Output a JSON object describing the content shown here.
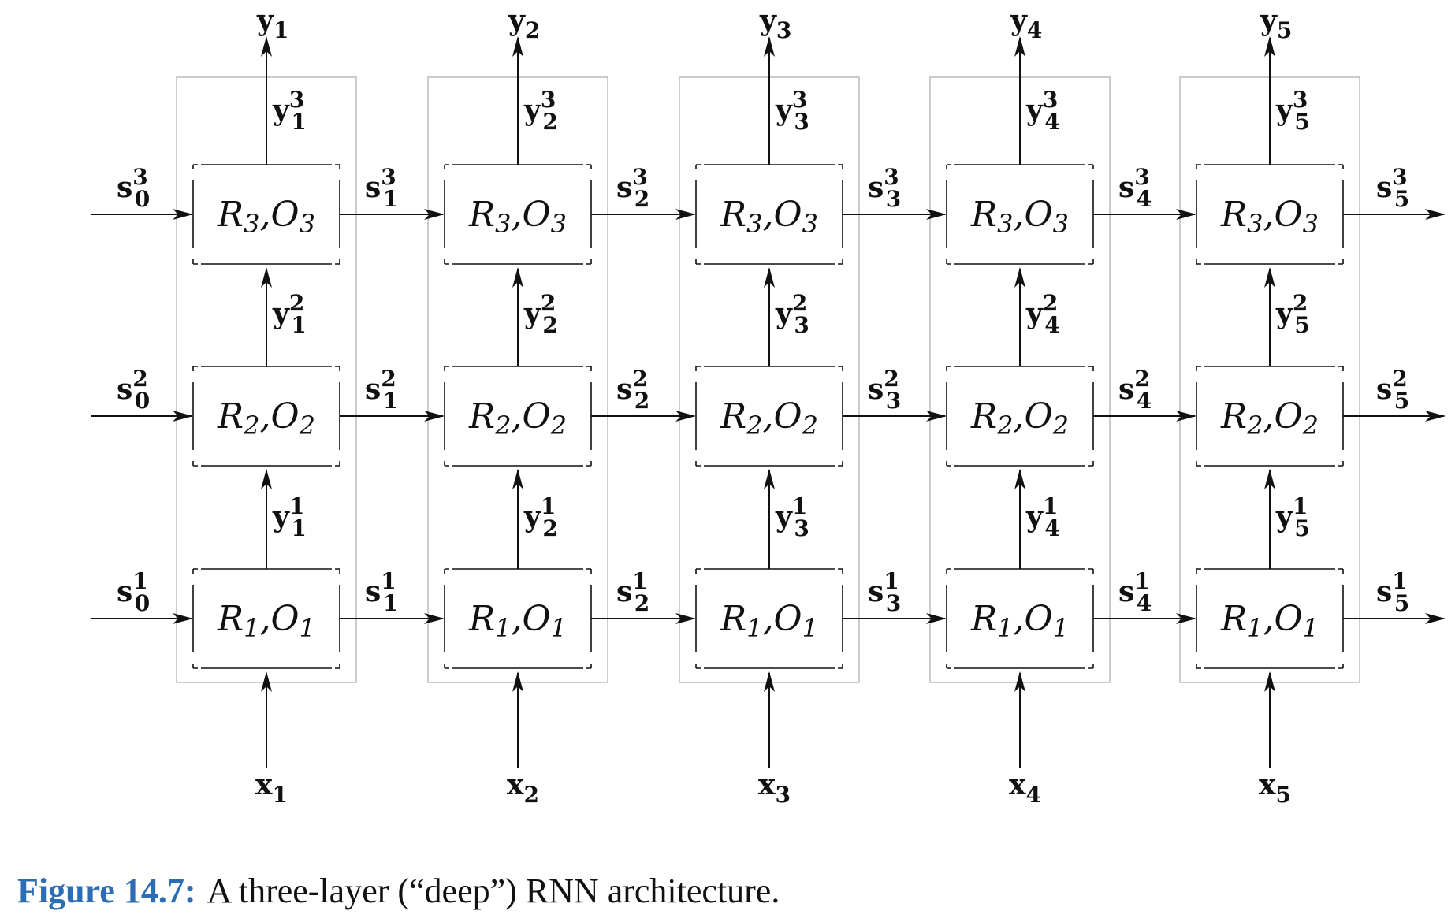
{
  "figure": {
    "caption_label": "Figure 14.7:",
    "caption_text": "A three-layer (“deep”) RNN architecture."
  },
  "diagram": {
    "steps": [
      "1",
      "2",
      "3",
      "4",
      "5"
    ],
    "layers": [
      {
        "layer": "3",
        "R": "R",
        "O": "O",
        "sub": "3"
      },
      {
        "layer": "2",
        "R": "R",
        "O": "O",
        "sub": "2"
      },
      {
        "layer": "1",
        "R": "R",
        "O": "O",
        "sub": "1"
      }
    ],
    "state_symbol": "s",
    "output_symbol": "y",
    "input_symbol": "x",
    "initial_state_index": "0"
  },
  "colors": {
    "line": "#111111",
    "frame": "#bbbbbb",
    "caption_label": "#2d6db3"
  }
}
